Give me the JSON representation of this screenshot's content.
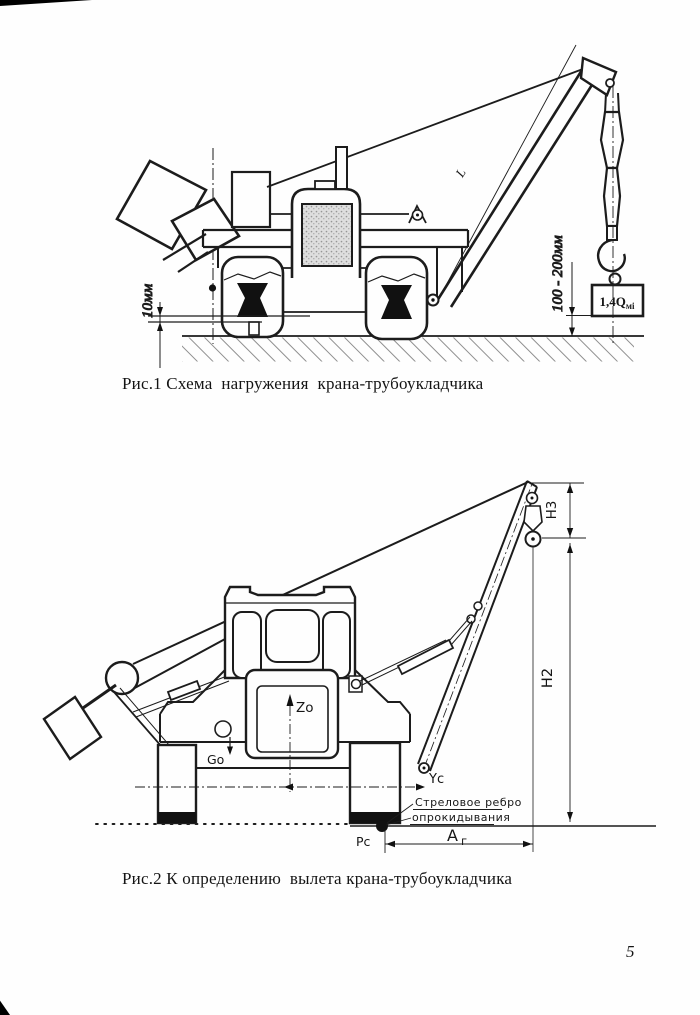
{
  "page": {
    "number": "5"
  },
  "figure1": {
    "caption": "Рис.1 Схема  нагружения  крана-трубоукладчика",
    "labels": {
      "gap_left": "10мм",
      "gap_right": "100 - 200мм",
      "boom_length": "L",
      "load_main": "1,4Q",
      "load_sub": "мi"
    }
  },
  "figure2": {
    "caption": "Рис.2 К определению  вылета крана-трубоукладчика",
    "labels": {
      "height_hook": "Н3",
      "height_total": "Н2",
      "axis_z": "Zo",
      "axis_y": "Yc",
      "counterweight_force": "Go",
      "tipping_point": "Рс",
      "reach_main": "А",
      "reach_sub": "г",
      "edge_line1": "Стреловое ребро",
      "edge_line2": "опрокидывания"
    }
  }
}
